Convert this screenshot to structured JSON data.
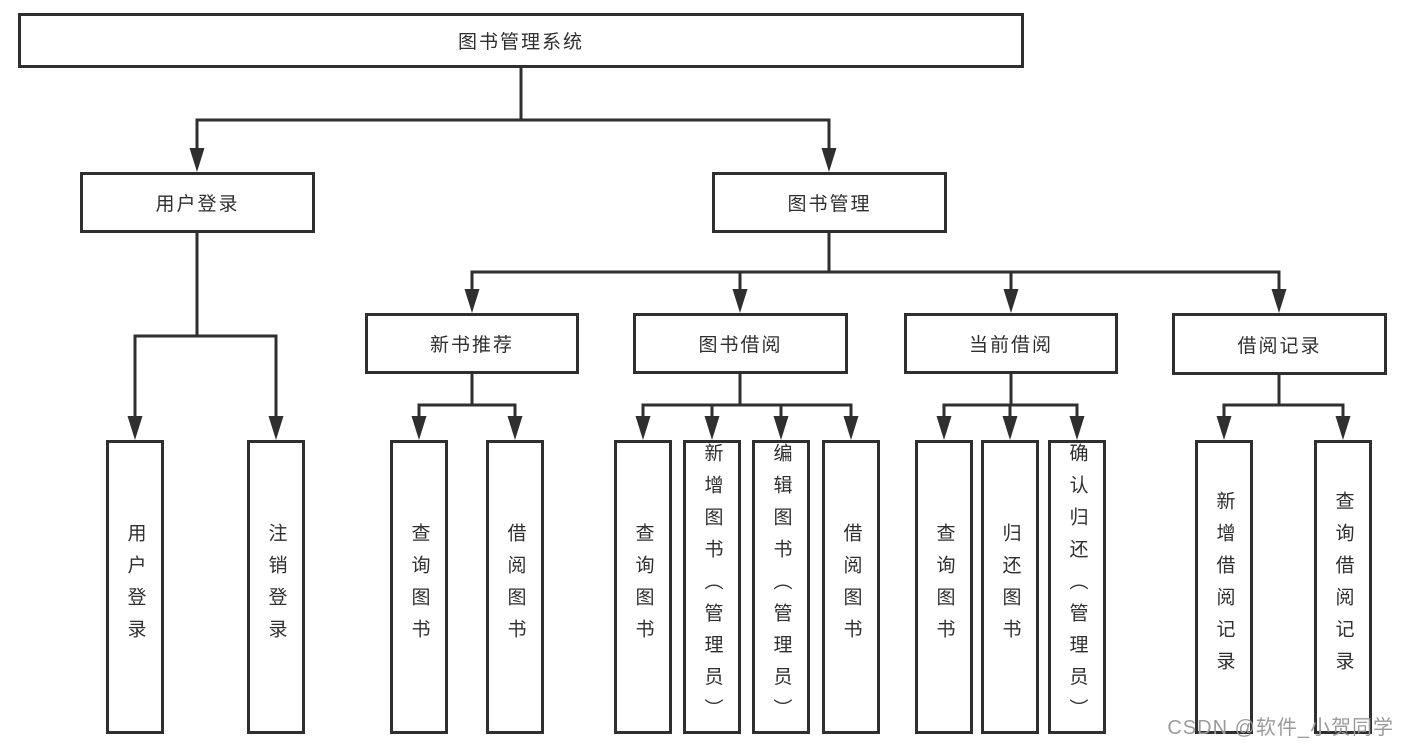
{
  "diagram": {
    "type": "hierarchy-tree",
    "colors": {
      "line": "#2f2f2f",
      "box_border": "#2f2f2f",
      "box_background": "#ffffff",
      "text": "#2f2f2f",
      "watermark_text": "#9b9b9b",
      "page_background": "#ffffff"
    },
    "root": {
      "label": "图书管理系统"
    },
    "branches": {
      "user_login": {
        "label": "用户登录",
        "children": [
          {
            "label": "用户登录"
          },
          {
            "label": "注销登录"
          }
        ]
      },
      "book_mgmt": {
        "label": "图书管理",
        "sections": [
          {
            "label": "新书推荐",
            "children": [
              {
                "label": "查询图书"
              },
              {
                "label": "借阅图书"
              }
            ]
          },
          {
            "label": "图书借阅",
            "children": [
              {
                "label": "查询图书"
              },
              {
                "label": "新增图书（管理员）"
              },
              {
                "label": "编辑图书（管理员）"
              },
              {
                "label": "借阅图书"
              }
            ]
          },
          {
            "label": "当前借阅",
            "children": [
              {
                "label": "查询图书"
              },
              {
                "label": "归还图书"
              },
              {
                "label": "确认归还（管理员）"
              }
            ]
          },
          {
            "label": "借阅记录",
            "children": [
              {
                "label": "新增借阅记录"
              },
              {
                "label": "查询借阅记录"
              }
            ]
          }
        ]
      }
    },
    "watermark": "CSDN @软件_小贺同学"
  }
}
